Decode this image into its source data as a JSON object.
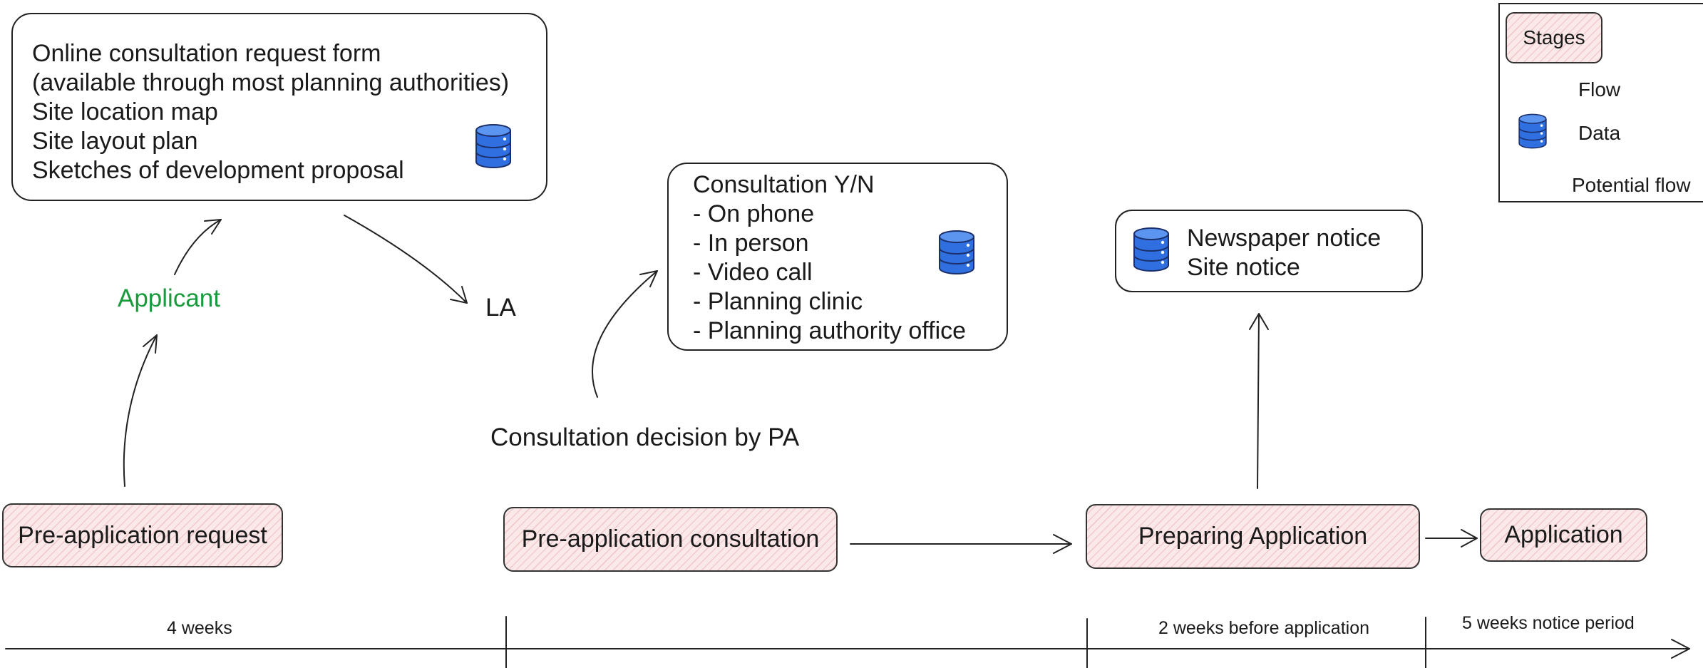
{
  "form_box": {
    "lines": [
      "Online consultation request form",
      "(available through most planning authorities)",
      "Site location map",
      "Site layout plan",
      "Sketches of development proposal"
    ],
    "icon": "database-icon"
  },
  "consultation_box": {
    "lines": [
      "Consultation Y/N",
      "- On phone",
      "- In person",
      "- Video call",
      "- Planning clinic",
      "- Planning authority office"
    ],
    "icon": "database-icon"
  },
  "notice_box": {
    "lines": [
      "Newspaper notice",
      "Site notice"
    ],
    "icon": "database-icon"
  },
  "labels": {
    "applicant": "Applicant",
    "la": "LA",
    "consultation_decision": "Consultation decision by PA"
  },
  "stages": [
    "Pre-application request",
    "Pre-application consultation",
    "Preparing Application",
    "Application"
  ],
  "timeline": [
    "4 weeks",
    "2 weeks before application",
    "5 weeks notice period"
  ],
  "legend": {
    "stages": "Stages",
    "flow": "Flow",
    "data": "Data",
    "potential_flow": "Potential flow"
  },
  "colors": {
    "applicant": "#1a9a3c",
    "stage_fill": "#fbe9ea",
    "stage_hatch": "#d67882",
    "database": "#2f6fe0",
    "potential_flow": "#4a90d9",
    "line": "#222222"
  }
}
